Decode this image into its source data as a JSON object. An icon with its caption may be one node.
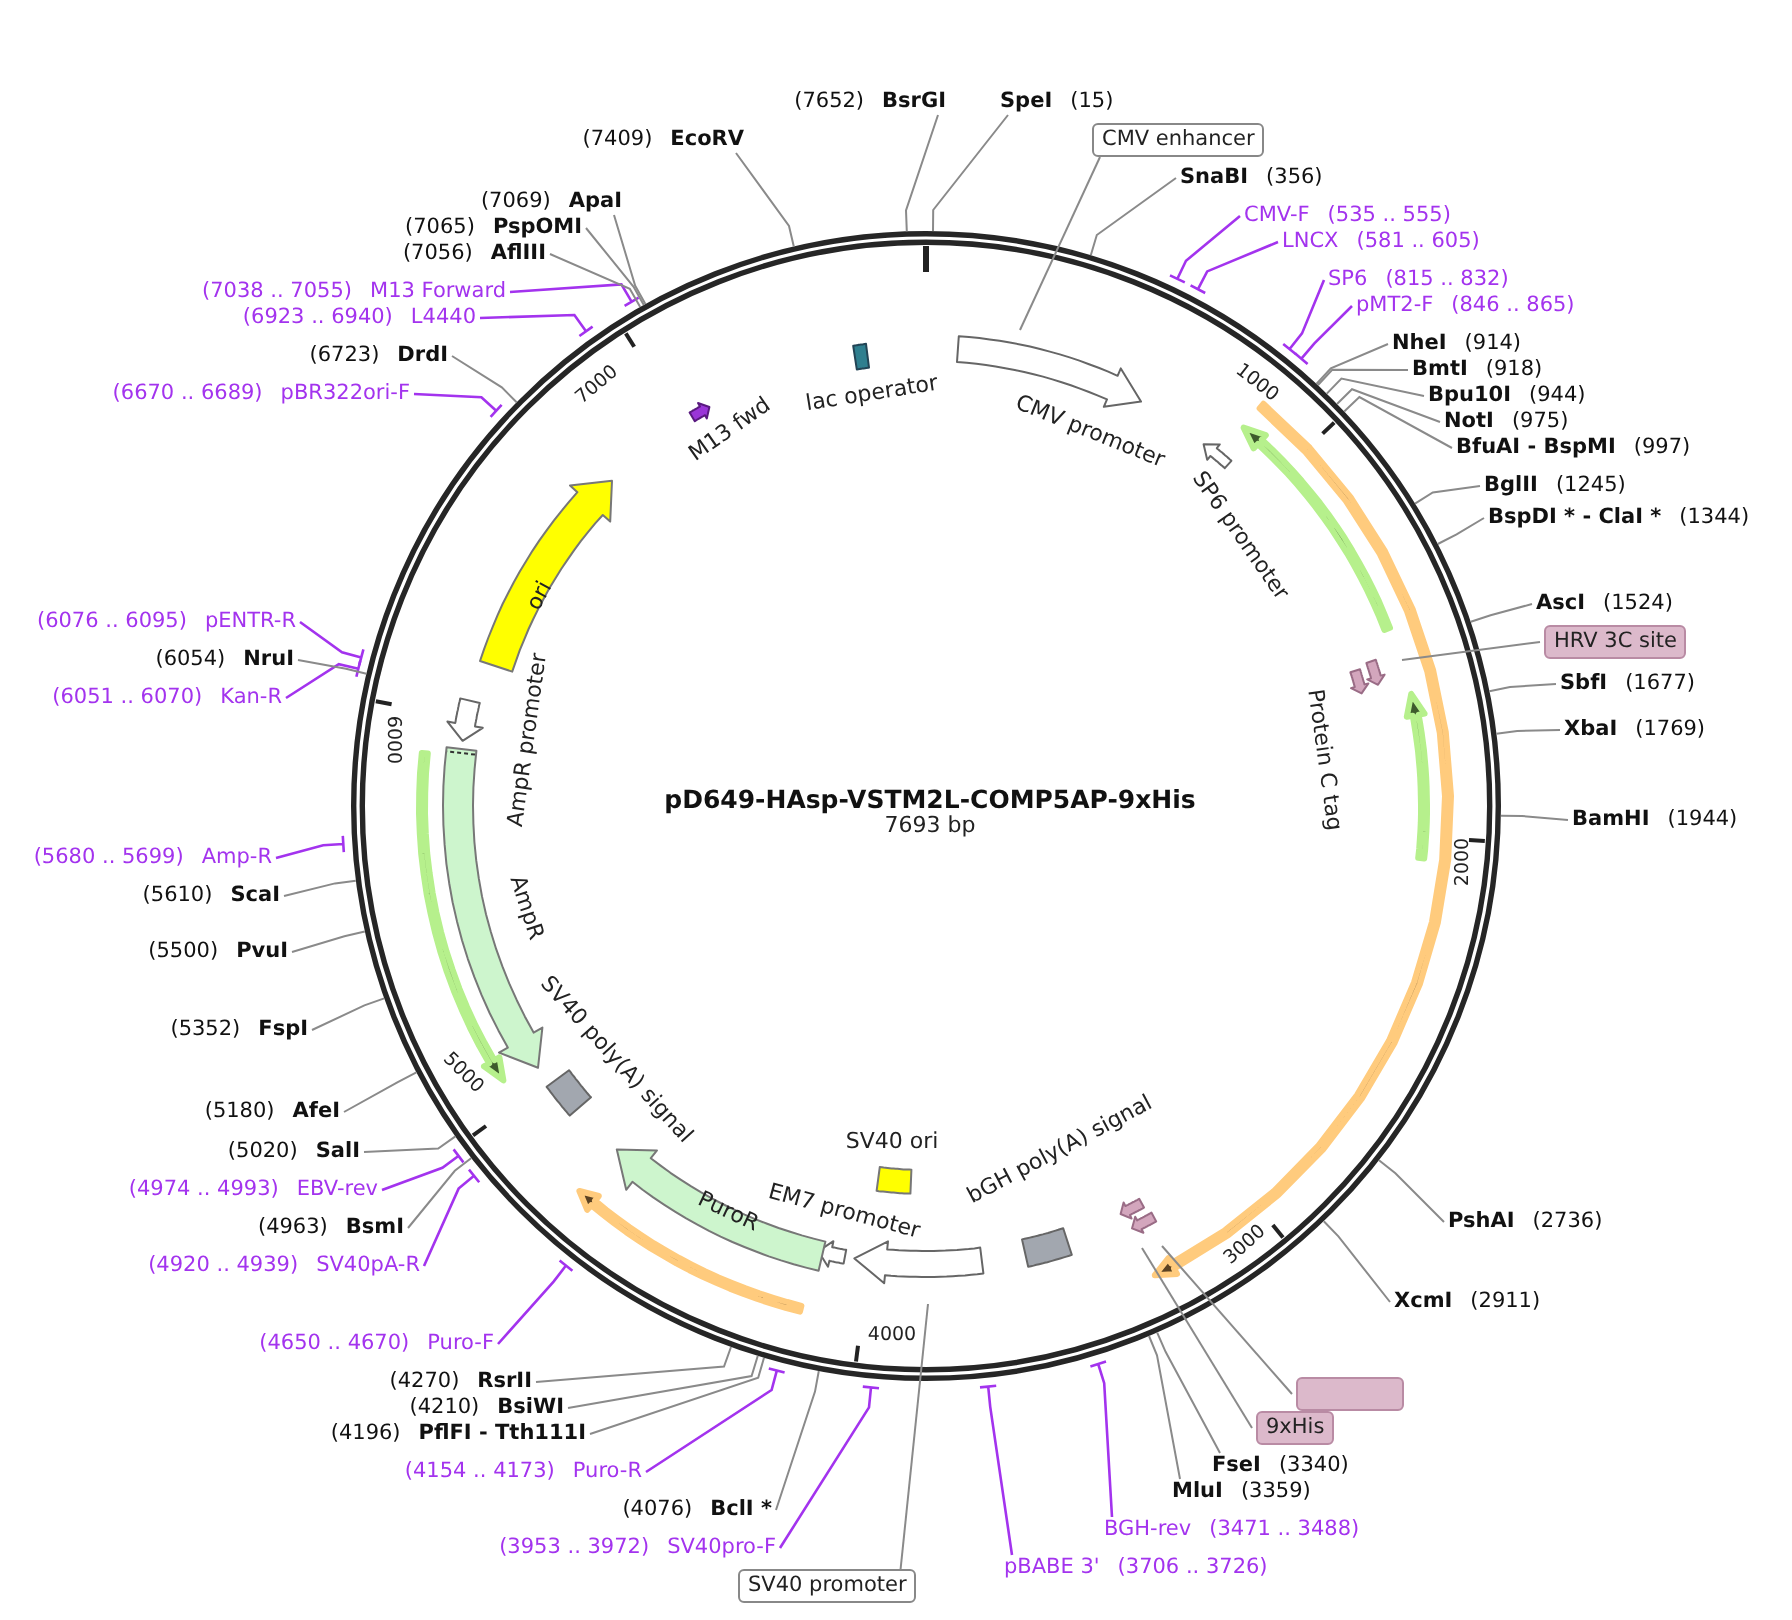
{
  "diagram": {
    "title": "pD649-HAsp-VSTM2L-COMP5AP-9xHis",
    "nodes": [
      {
        "text": [
          "(7652)",
          "BsrGI"
        ]
      },
      {
        "text": [
          "SpeI",
          "(15)"
        ]
      },
      {
        "text": [
          "(7409)",
          "EcoRV"
        ]
      },
      {
        "text": [
          "CMV enhancer"
        ]
      },
      {
        "text": [
          "SnaBI",
          "(356)"
        ]
      },
      {
        "text": [
          "CMV-F",
          "(535 .. 555)"
        ]
      },
      {
        "text": [
          "LNCX",
          "(581 .. 605)"
        ]
      },
      {
        "text": [
          "SP6",
          "(815 .. 832)"
        ]
      },
      {
        "text": [
          "pMT2-F",
          "(846 .. 865)"
        ]
      },
      {
        "text": [
          "NheI",
          "(914)"
        ]
      },
      {
        "text": [
          "BmtI",
          "(918)"
        ]
      },
      {
        "text": [
          "Bpu10I",
          "(944)"
        ]
      },
      {
        "text": [
          "NotI",
          "(975)"
        ]
      },
      {
        "text": [
          "BfuAI - BspMI",
          "(997)"
        ]
      },
      {
        "text": [
          "BglII",
          "(1245)"
        ]
      },
      {
        "text": [
          "BspDI * - ClaI *",
          "(1344)"
        ]
      },
      {
        "text": [
          "AscI",
          "(1524)"
        ]
      },
      {
        "text": [
          "HRV 3C site"
        ]
      },
      {
        "text": [
          "SbfI",
          "(1677)"
        ]
      },
      {
        "text": [
          "XbaI",
          "(1769)"
        ]
      },
      {
        "text": [
          "BamHI",
          "(1944)"
        ]
      },
      {
        "text": [
          "PshAI",
          "(2736)"
        ]
      },
      {
        "text": [
          "XcmI",
          "(2911)"
        ]
      },
      {
        "text": [],
        "shape": "box"
      },
      {
        "text": [
          "9xHis"
        ]
      },
      {
        "text": [
          "FseI",
          "(3340)"
        ]
      },
      {
        "text": [
          "MluI",
          "(3359)"
        ]
      },
      {
        "text": [
          "BGH-rev",
          "(3471 .. 3488)"
        ]
      },
      {
        "text": [
          "pBABE 3'",
          "(3706 .. 3726)"
        ]
      },
      {
        "text": [
          "SV40 promoter"
        ]
      },
      {
        "text": [
          "(3953 .. 3972)",
          "SV40pro-F"
        ]
      },
      {
        "text": [
          "(4076)",
          "BclI *"
        ]
      },
      {
        "text": [
          "(4154 .. 4173)",
          "Puro-R"
        ]
      },
      {
        "text": [
          "(4196)",
          "PflFI - Tth111I"
        ]
      },
      {
        "text": [
          "(4210)",
          "BsiWI"
        ]
      },
      {
        "text": [
          "(4270)",
          "RsrII"
        ]
      },
      {
        "text": [
          "(4650 .. 4670)",
          "Puro-F"
        ]
      },
      {
        "text": [
          "(4920 .. 4939)",
          "SV40pA-R"
        ]
      },
      {
        "text": [
          "(4963)",
          "BsmI"
        ]
      },
      {
        "text": [
          "(4974 .. 4993)",
          "EBV-rev"
        ]
      },
      {
        "text": [
          "(5020)",
          "SalI"
        ]
      },
      {
        "text": [
          "(5180)",
          "AfeI"
        ]
      },
      {
        "text": [
          "(5352)",
          "FspI"
        ]
      },
      {
        "text": [
          "(5500)",
          "PvuI"
        ]
      },
      {
        "text": [
          "(5610)",
          "ScaI"
        ]
      },
      {
        "text": [
          "(5680 .. 5699)",
          "Amp-R"
        ]
      },
      {
        "text": [
          "(6051 .. 6070)",
          "Kan-R"
        ]
      },
      {
        "text": [
          "(6054)",
          "NruI"
        ]
      },
      {
        "text": [
          "(6076 .. 6095)",
          "pENTR-R"
        ]
      },
      {
        "text": [
          "(6670 .. 6689)",
          "pBR322ori-F"
        ]
      },
      {
        "text": [
          "(6723)",
          "DrdI"
        ]
      },
      {
        "text": [
          "(6923 .. 6940)",
          "L4440"
        ]
      },
      {
        "text": [
          "(7038 .. 7055)",
          "M13 Forward"
        ]
      },
      {
        "text": [
          "(7056)",
          "AflIII"
        ]
      },
      {
        "text": [
          "(7065)",
          "PspOMI"
        ]
      },
      {
        "text": [
          "(7069)",
          "ApaI"
        ]
      }
    ],
    "edges": [
      {
        "from": 0,
        "to": null,
        "arrow": "none"
      },
      {
        "from": 1,
        "to": null,
        "arrow": "none"
      },
      {
        "from": 2,
        "to": null,
        "arrow": "none"
      },
      {
        "from": 3,
        "to": null,
        "arrow": "none"
      },
      {
        "from": 4,
        "to": null,
        "arrow": "none"
      },
      {
        "from": 5,
        "to": null,
        "arrow": "none",
        "color": "#a333ee"
      },
      {
        "from": 6,
        "to": null,
        "arrow": "none",
        "color": "#a333ee"
      },
      {
        "from": 7,
        "to": null,
        "arrow": "none",
        "color": "#a333ee"
      },
      {
        "from": 8,
        "to": null,
        "arrow": "none",
        "color": "#a333ee"
      },
      {
        "from": 9,
        "to": null,
        "arrow": "none"
      },
      {
        "from": 10,
        "to": null,
        "arrow": "none"
      },
      {
        "from": 11,
        "to": null,
        "arrow": "none"
      },
      {
        "from": 12,
        "to": null,
        "arrow": "none"
      },
      {
        "from": 13,
        "to": null,
        "arrow": "none"
      },
      {
        "from": 14,
        "to": null,
        "arrow": "none"
      },
      {
        "from": 15,
        "to": null,
        "arrow": "none"
      },
      {
        "from": 16,
        "to": null,
        "arrow": "none"
      },
      {
        "from": 17,
        "to": null,
        "arrow": "none"
      },
      {
        "from": 18,
        "to": null,
        "arrow": "none"
      },
      {
        "from": 19,
        "to": null,
        "arrow": "none"
      },
      {
        "from": 20,
        "to": null,
        "arrow": "none"
      },
      {
        "from": 21,
        "to": null,
        "arrow": "none"
      },
      {
        "from": 22,
        "to": null,
        "arrow": "none"
      },
      {
        "from": 23,
        "to": null,
        "arrow": "none"
      },
      {
        "from": 24,
        "to": null,
        "arrow": "none"
      },
      {
        "from": 25,
        "to": null,
        "arrow": "none"
      },
      {
        "from": 26,
        "to": null,
        "arrow": "none"
      },
      {
        "from": 27,
        "to": null,
        "arrow": "none",
        "color": "#a333ee"
      },
      {
        "from": 28,
        "to": null,
        "arrow": "none",
        "color": "#a333ee"
      },
      {
        "from": 29,
        "to": null,
        "arrow": "none"
      },
      {
        "from": 30,
        "to": null,
        "arrow": "none",
        "color": "#a333ee"
      },
      {
        "from": 31,
        "to": null,
        "arrow": "none"
      },
      {
        "from": 32,
        "to": null,
        "arrow": "none",
        "color": "#a333ee"
      },
      {
        "from": 33,
        "to": null,
        "arrow": "none"
      },
      {
        "from": 34,
        "to": null,
        "arrow": "none"
      },
      {
        "from": 35,
        "to": null,
        "arrow": "none"
      },
      {
        "from": 36,
        "to": null,
        "arrow": "none",
        "color": "#a333ee"
      },
      {
        "from": 37,
        "to": null,
        "arrow": "none",
        "color": "#a333ee"
      },
      {
        "from": 38,
        "to": null,
        "arrow": "none"
      },
      {
        "from": 39,
        "to": null,
        "arrow": "none",
        "color": "#a333ee"
      },
      {
        "from": 40,
        "to": null,
        "arrow": "none"
      },
      {
        "from": 41,
        "to": null,
        "arrow": "none"
      },
      {
        "from": 42,
        "to": null,
        "arrow": "none"
      },
      {
        "from": 43,
        "to": null,
        "arrow": "none"
      },
      {
        "from": 44,
        "to": null,
        "arrow": "none"
      },
      {
        "from": 45,
        "to": null,
        "arrow": "none",
        "color": "#a333ee"
      },
      {
        "from": 46,
        "to": null,
        "arrow": "none",
        "color": "#a333ee"
      },
      {
        "from": 47,
        "to": null,
        "arrow": "none"
      },
      {
        "from": 48,
        "to": null,
        "arrow": "none",
        "color": "#a333ee"
      },
      {
        "from": 49,
        "to": null,
        "arrow": "none",
        "color": "#a333ee"
      },
      {
        "from": 50,
        "to": null,
        "arrow": "none"
      },
      {
        "from": 51,
        "to": null,
        "arrow": "none",
        "color": "#a333ee"
      },
      {
        "from": 52,
        "to": null,
        "arrow": "none",
        "color": "#a333ee"
      },
      {
        "from": 53,
        "to": null,
        "arrow": "none"
      },
      {
        "from": 54,
        "to": null,
        "arrow": "none"
      },
      {
        "from": 55,
        "to": null,
        "arrow": "none"
      }
    ],
    "labels": [
      "7693 bp",
      "lac operator",
      "M13 fwd",
      "CMV promoter",
      "SP6 promoter",
      "Protein C tag",
      "ori",
      "AmpR promoter",
      "AmpR",
      "SV40 poly(A) signal",
      "PuroR",
      "EM7 promoter",
      "SV40 ori",
      "bGH poly(A) signal",
      "1000",
      "2000",
      "3000",
      "4000",
      "5000",
      "6000",
      "7000"
    ]
  }
}
